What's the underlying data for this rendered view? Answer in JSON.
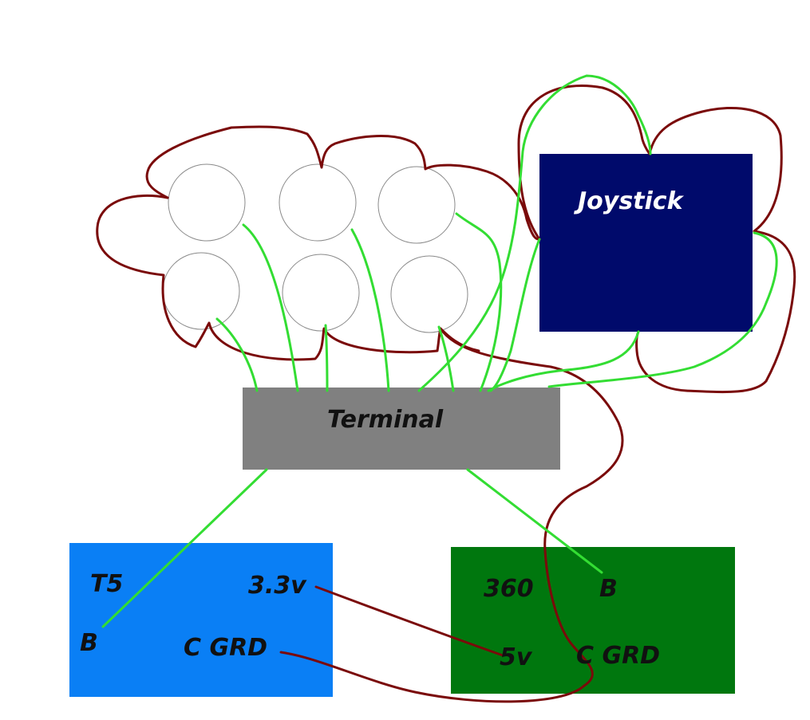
{
  "colors": {
    "joystick_box": "#000a6b",
    "terminal_box": "#808080",
    "t5_box": "#0a7ff5",
    "x360_box": "#00770e",
    "signal_wire": "#33dd33",
    "ground_wire": "#7a0a0a",
    "button_outline": "#8a8a8a"
  },
  "joystick": {
    "label": "Joystick"
  },
  "terminal": {
    "label": "Terminal"
  },
  "t5": {
    "title": "T5",
    "pin_33v": "3.3v",
    "pin_b": "B",
    "pin_cgrd": "C GRD"
  },
  "x360": {
    "title": "360",
    "pin_b": "B",
    "pin_5v": "5v",
    "pin_cgrd": "C GRD"
  }
}
